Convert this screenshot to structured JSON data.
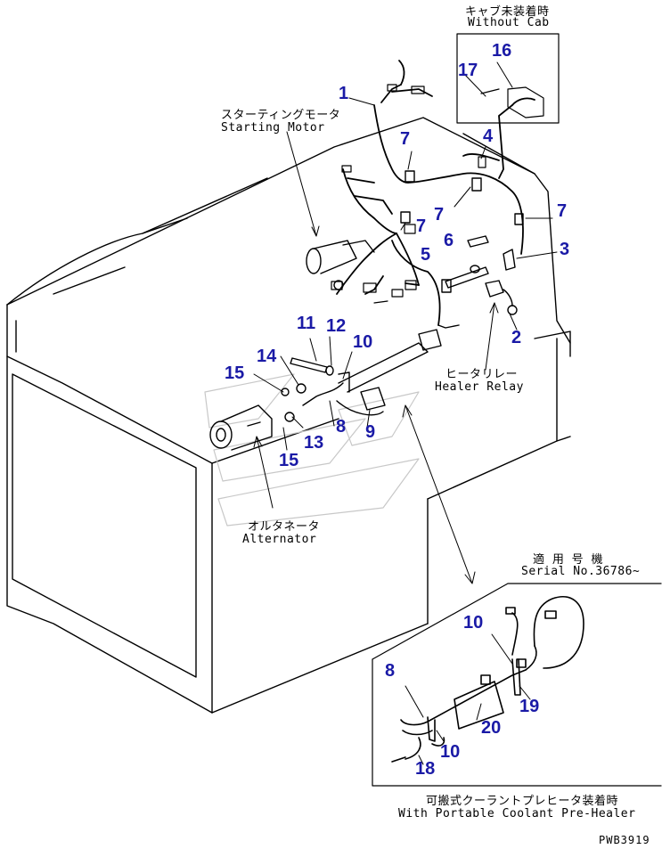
{
  "labels": {
    "without_cab_jp": "キャブ未装着時",
    "without_cab_en": "Without Cab",
    "starting_motor_jp": "スターティングモータ",
    "starting_motor_en": "Starting Motor",
    "heater_relay_jp": "ヒータリレー",
    "heater_relay_en": "Healer Relay",
    "alternator_jp": "オルタネータ",
    "alternator_en": "Alternator",
    "serial_jp": "適 用 号 機",
    "serial_en": "Serial No.36786~",
    "coolant_jp": "可搬式クーラントプレヒータ装着時",
    "coolant_en": "With Portable Coolant Pre-Healer",
    "drawing_code": "PWB3919"
  },
  "callouts": {
    "c1": "1",
    "c2": "2",
    "c3": "3",
    "c4": "4",
    "c5": "5",
    "c6": "6",
    "c7a": "7",
    "c7b": "7",
    "c7c": "7",
    "c7d": "7",
    "c8": "8",
    "c9": "9",
    "c10": "10",
    "c11": "11",
    "c12": "12",
    "c13": "13",
    "c14": "14",
    "c15a": "15",
    "c15b": "15",
    "c16": "16",
    "c17": "17",
    "d8": "8",
    "d10a": "10",
    "d10b": "10",
    "d18": "18",
    "d19": "19",
    "d20": "20"
  },
  "colors": {
    "callout": "#1a1aa6",
    "line": "#000000"
  }
}
